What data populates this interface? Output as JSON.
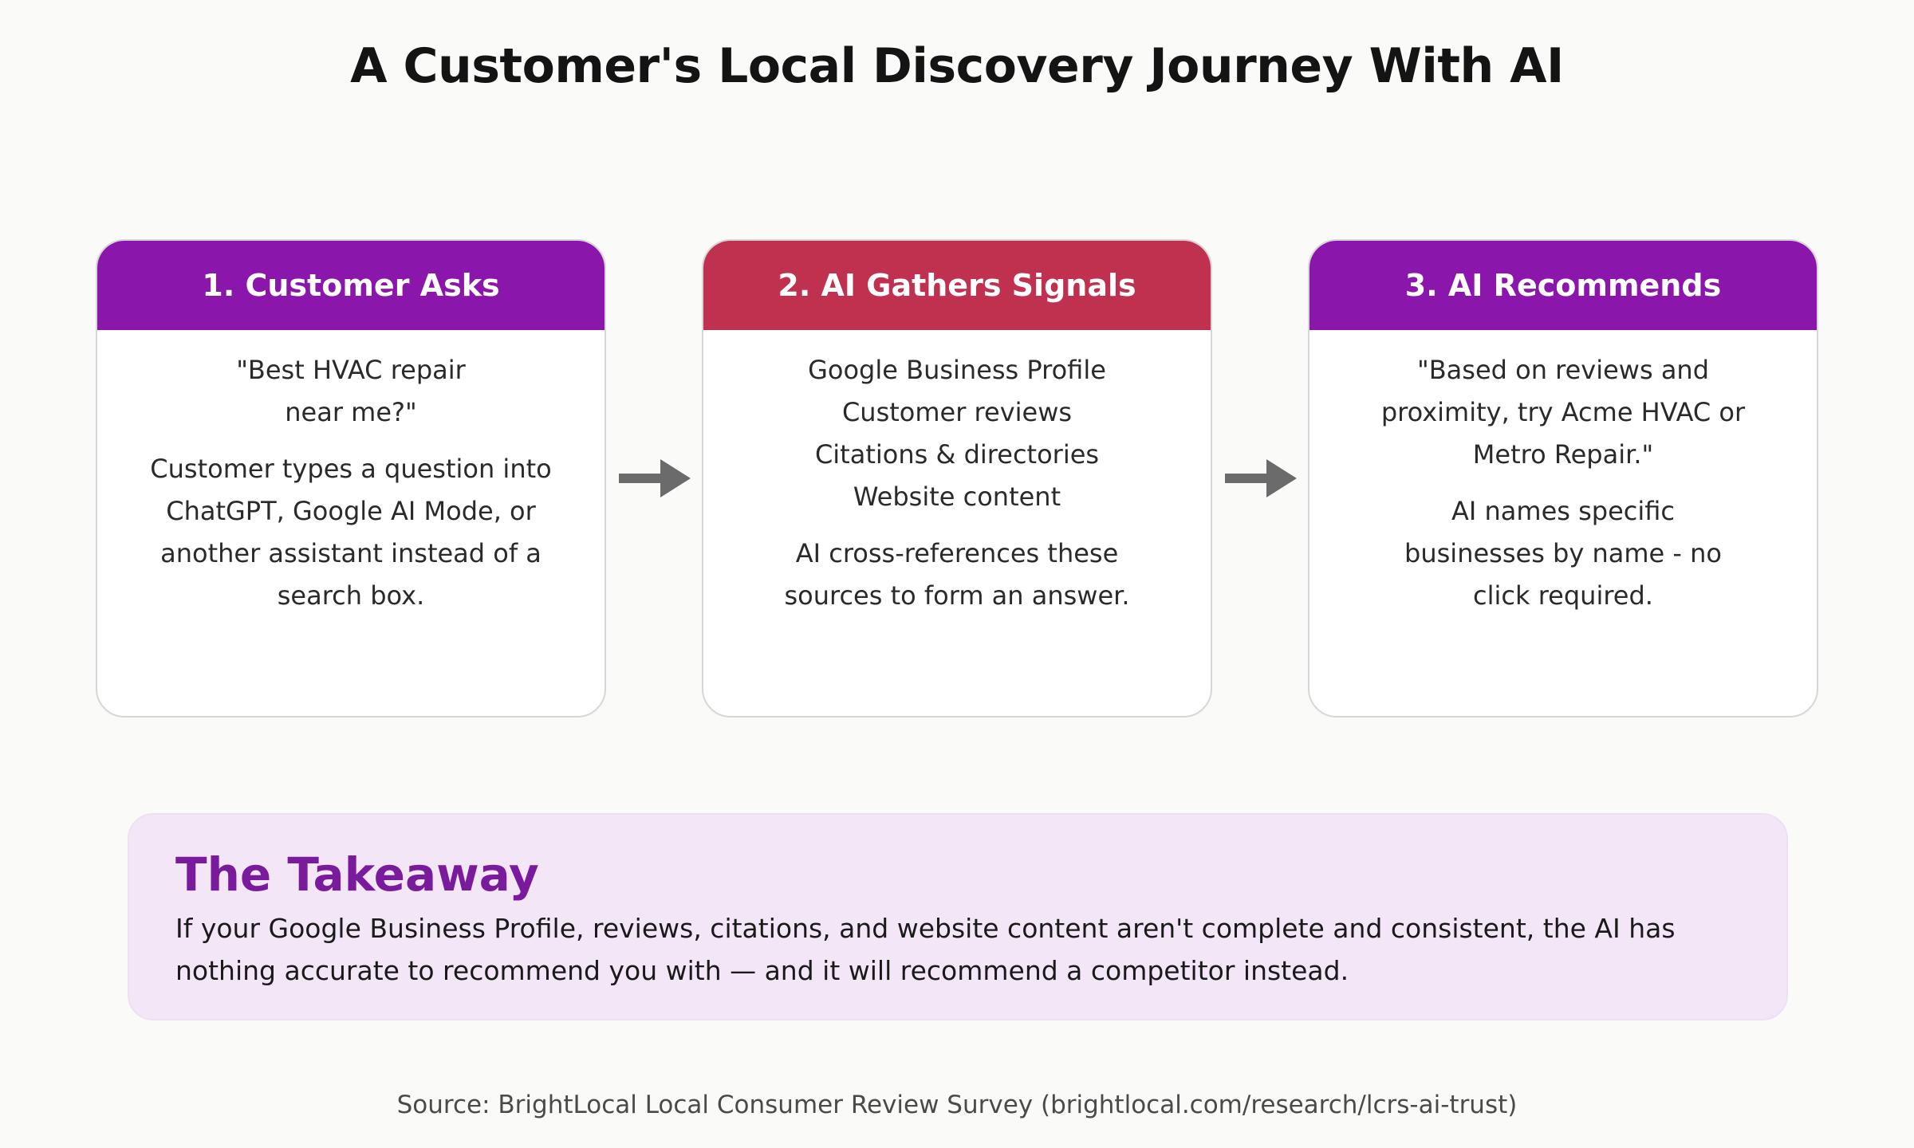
{
  "title": "A Customer's Local Discovery Journey With AI",
  "colors": {
    "purple": "#8a16ab",
    "red": "#c0304f",
    "takeaway_bg": "#f3e7f7",
    "takeaway_heading": "#7a1a9c",
    "arrow": "#6b6b6b"
  },
  "steps": [
    {
      "header": "1. Customer Asks",
      "header_color": "#8a16ab",
      "quote": "\"Best HVAC repair\nnear me?\"",
      "description": "Customer types a question into ChatGPT, Google AI Mode, or another assistant instead of a search box."
    },
    {
      "header": "2. AI Gathers Signals",
      "header_color": "#c0304f",
      "signals": [
        "Google Business Profile",
        "Customer reviews",
        "Citations & directories",
        "Website content"
      ],
      "description": "AI cross-references these sources to form an answer."
    },
    {
      "header": "3. AI Recommends",
      "header_color": "#8a16ab",
      "quote": "\"Based on reviews and proximity, try Acme HVAC or Metro Repair.\"",
      "description": "AI names specific businesses by name - no click required."
    }
  ],
  "arrows": [
    "arrow-right-icon",
    "arrow-right-icon"
  ],
  "takeaway": {
    "heading": "The Takeaway",
    "text": "If your Google Business Profile, reviews, citations, and website content aren't complete and consistent, the AI has nothing accurate to recommend you with — and it will recommend a competitor instead."
  },
  "source": "Source: BrightLocal Local Consumer Review Survey (brightlocal.com/research/lcrs-ai-trust)"
}
